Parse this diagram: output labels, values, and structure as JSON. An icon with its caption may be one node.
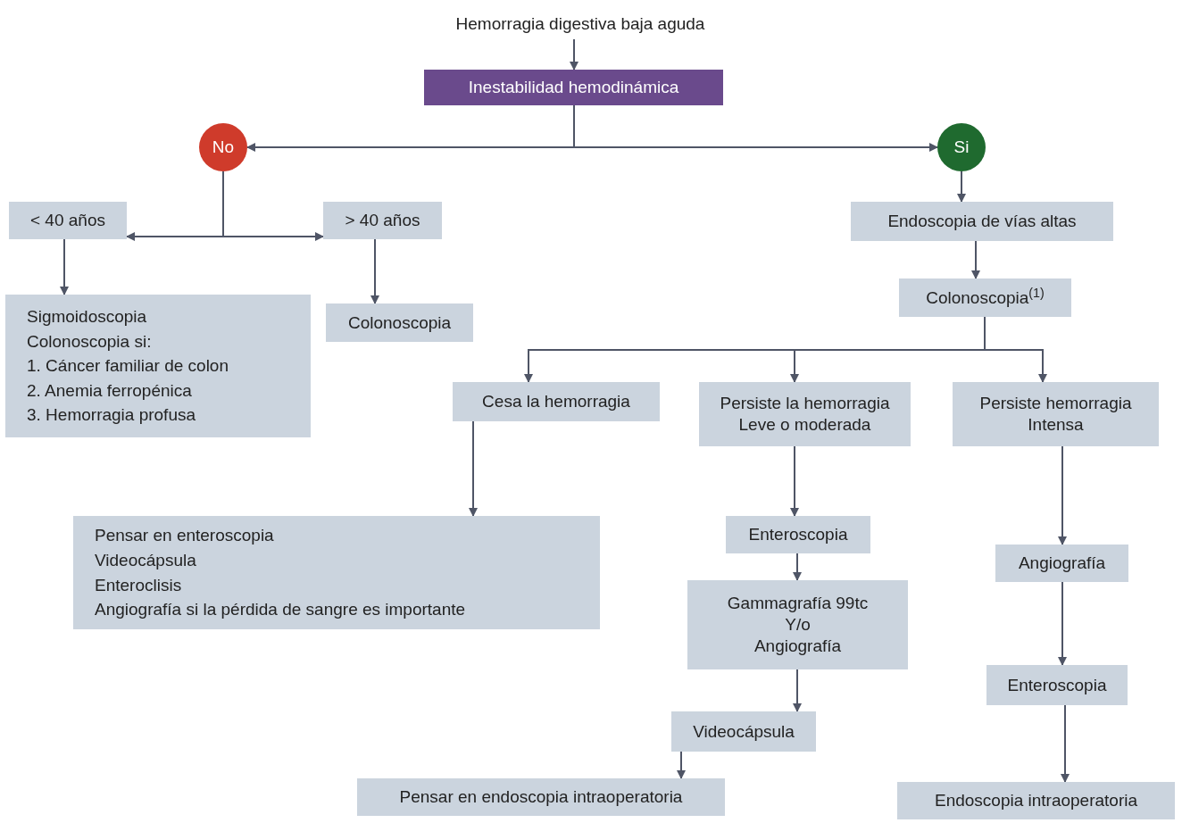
{
  "diagram": {
    "nodes": [
      {
        "text": [
          "Hemorragia digestiva baja aguda"
        ]
      },
      {
        "text": [
          "Inestabilidad hemodinámica"
        ]
      },
      {
        "text": [
          "No"
        ]
      },
      {
        "text": [
          "Si"
        ]
      },
      {
        "text": [
          "< 40 años"
        ]
      },
      {
        "text": [
          "> 40 años"
        ]
      },
      {
        "text": [
          "Endoscopia de vías altas"
        ]
      },
      {
        "text": [
          "Sigmoidoscopia",
          "Colonoscopia si:",
          "1. Cáncer familiar de colon",
          "2. Anemia ferropénica",
          "3. Hemorragia profusa"
        ]
      },
      {
        "text": [
          "Colonoscopia"
        ]
      },
      {
        "text": [
          "Colonoscopia$^{(1)}$"
        ]
      },
      {
        "text": [
          "Cesa la hemorragia"
        ]
      },
      {
        "text": [
          "Persiste la hemorragia",
          "Leve o moderada"
        ]
      },
      {
        "text": [
          "Persiste hemorragia",
          "Intensa"
        ]
      },
      {
        "text": [
          "Pensar en enteroscopia",
          "Videocápsula",
          "Enteroclisis",
          "Angiografía si la pérdida de sangre es importante"
        ]
      },
      {
        "text": [
          "Enteroscopia"
        ]
      },
      {
        "text": [
          "Angiografía"
        ]
      },
      {
        "text": [
          "Gammagrafía 99tc",
          "Y/o",
          "Angiografía"
        ]
      },
      {
        "text": [
          "Enteroscopia"
        ]
      },
      {
        "text": [
          "Videocápsula"
        ]
      },
      {
        "text": [
          "Pensar en endoscopia intraoperatoria"
        ]
      },
      {
        "text": [
          "Endoscopia intraoperatoria"
        ]
      }
    ],
    "edges": [
      {
        "from": 0,
        "to": 1,
        "arrow": "to"
      },
      {
        "from": 1,
        "to": 2,
        "arrow": "to"
      },
      {
        "from": 1,
        "to": 3,
        "arrow": "to"
      },
      {
        "from": 2,
        "to": 4,
        "arrow": "to"
      },
      {
        "from": 2,
        "to": 5,
        "arrow": "to"
      },
      {
        "from": 3,
        "to": 6,
        "arrow": "to"
      },
      {
        "from": 4,
        "to": 7,
        "arrow": "to"
      },
      {
        "from": 5,
        "to": 8,
        "arrow": "to"
      },
      {
        "from": 6,
        "to": 9,
        "arrow": "to"
      },
      {
        "from": 9,
        "to": 10,
        "arrow": "to"
      },
      {
        "from": 9,
        "to": 11,
        "arrow": "to"
      },
      {
        "from": 9,
        "to": 12,
        "arrow": "to"
      },
      {
        "from": 10,
        "to": 13,
        "arrow": "to"
      },
      {
        "from": 11,
        "to": 14,
        "arrow": "to"
      },
      {
        "from": 12,
        "to": 15,
        "arrow": "to"
      },
      {
        "from": 14,
        "to": 16,
        "arrow": "to"
      },
      {
        "from": 15,
        "to": 17,
        "arrow": "to"
      },
      {
        "from": 16,
        "to": 18,
        "arrow": "to"
      },
      {
        "from": 17,
        "to": 20,
        "arrow": "to"
      },
      {
        "from": 18,
        "to": 19,
        "arrow": "to"
      }
    ]
  }
}
